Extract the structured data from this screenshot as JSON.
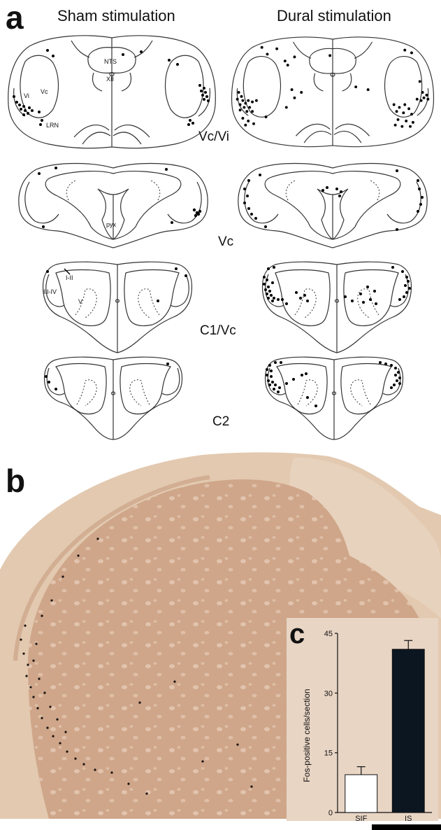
{
  "figure": {
    "panel_a": {
      "letter": "a",
      "columns": [
        "Sham stimulation",
        "Dural stimulation"
      ],
      "levels": [
        "Vc/Vi",
        "Vc",
        "C1/Vc",
        "C2"
      ],
      "region_labels": {
        "nts": "NTS",
        "xii": "XII",
        "vc": "Vc",
        "vi": "Vi",
        "lrn": "LRN",
        "pyx": "pyx",
        "lamina_1_2": "I-II",
        "lamina_3_4": "III-IV",
        "lamina_5": "V"
      }
    },
    "panel_b": {
      "letter": "b"
    },
    "panel_c": {
      "letter": "c"
    }
  },
  "chart_data": {
    "type": "bar",
    "categories": [
      "SIF",
      "IS"
    ],
    "values": [
      9.5,
      41
    ],
    "errors": [
      2,
      2.2
    ],
    "bar_colors": [
      "#ffffff",
      "#0c1620"
    ],
    "ylabel": "Fos-positive cells/section",
    "ylim": [
      0,
      45
    ],
    "yticks": [
      0,
      15,
      30,
      45
    ],
    "grid": false,
    "background": "#e8d5c4"
  }
}
